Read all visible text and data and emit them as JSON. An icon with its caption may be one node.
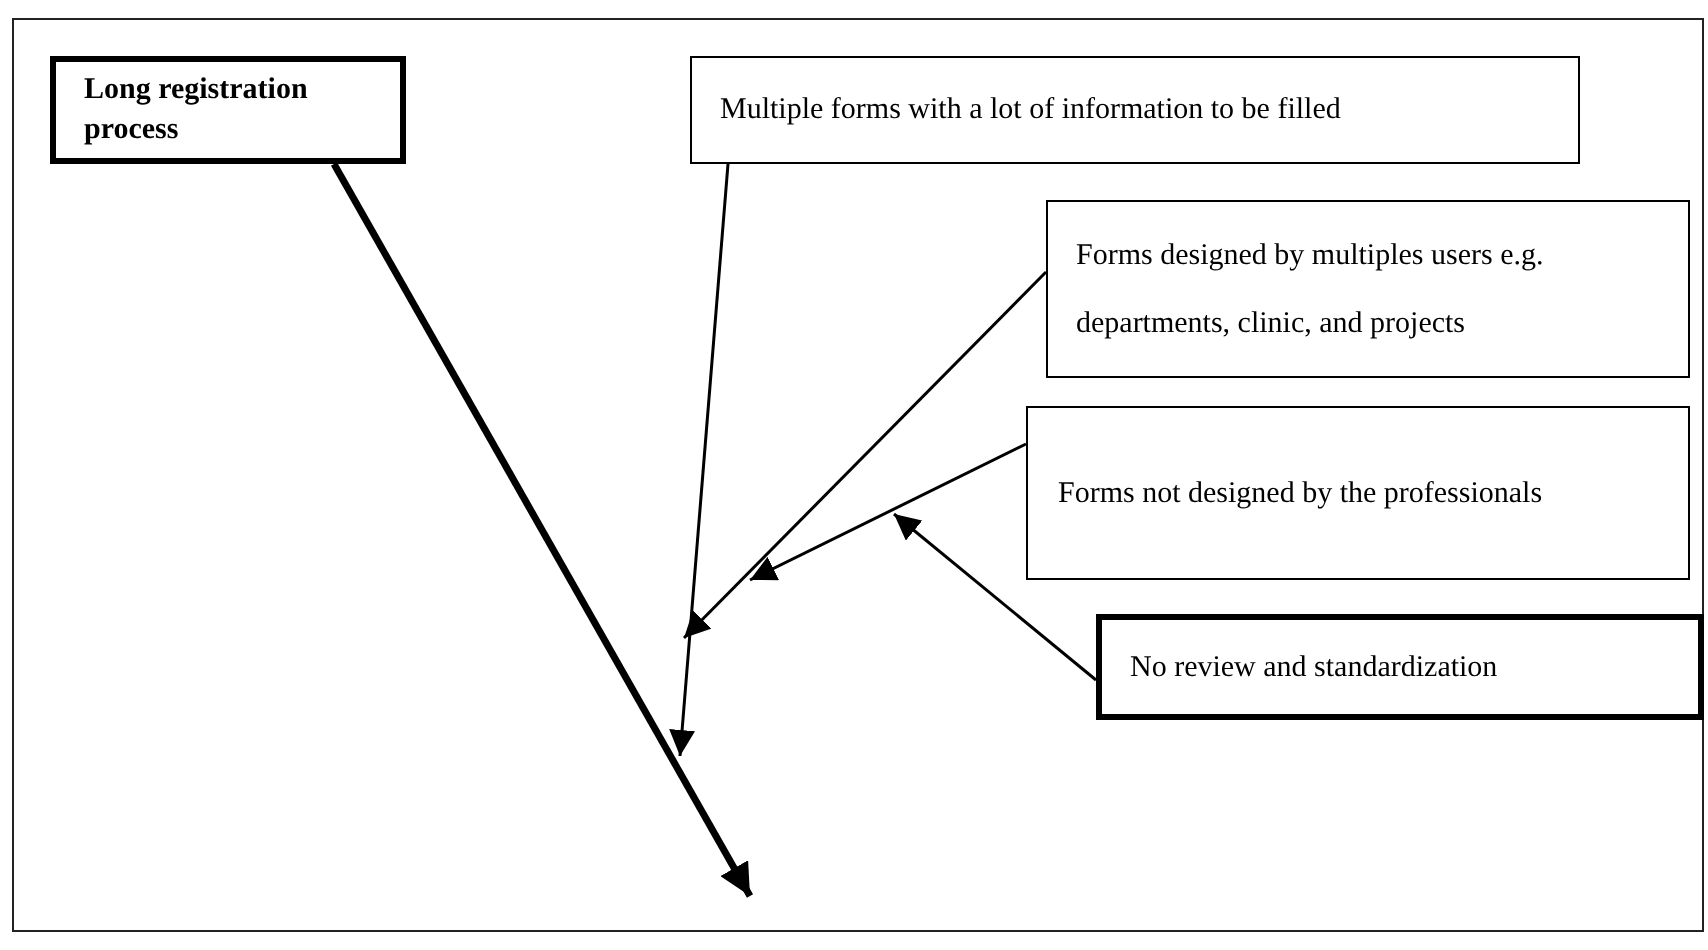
{
  "diagram": {
    "nodes": [
      {
        "text": [
          "Long registration process"
        ]
      },
      {
        "text": [
          "Multiple forms with a lot of information to be filled"
        ]
      },
      {
        "text": [
          "Forms designed by multiples users e.g. departments, clinic, and projects"
        ]
      },
      {
        "text": [
          "Forms not designed by the professionals"
        ]
      },
      {
        "text": [
          "No review and standardization"
        ]
      }
    ],
    "edges": [
      {
        "from": 0,
        "to": null,
        "arrow": "to",
        "style": "thick"
      },
      {
        "from": 1,
        "to": null,
        "arrow": "to"
      },
      {
        "from": 2,
        "to": null,
        "arrow": "to"
      },
      {
        "from": 3,
        "to": null,
        "arrow": "to"
      },
      {
        "from": 4,
        "to": null,
        "arrow": "to"
      }
    ]
  }
}
